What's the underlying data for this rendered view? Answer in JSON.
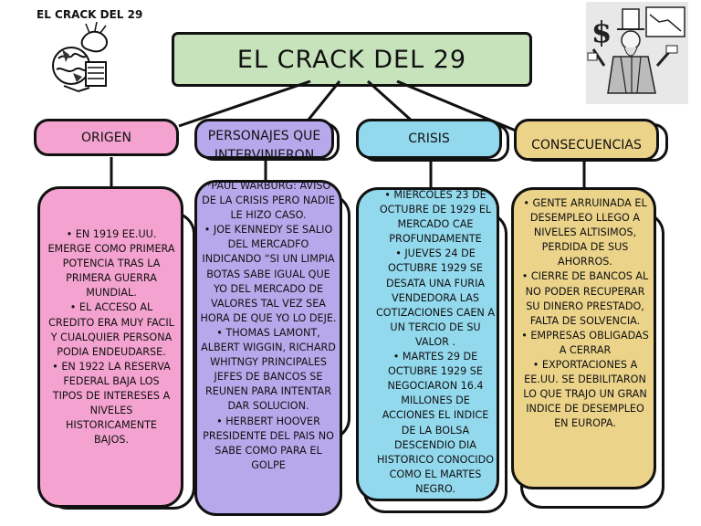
{
  "header": {
    "small_title": "EL CRACK DEL 29"
  },
  "images": {
    "globe": "globe-bag-illustration-icon",
    "uncle_sam": "uncle-sam-dollar-illustration-icon"
  },
  "title": "EL CRACK DEL 29",
  "colors": {
    "title": "#c6e3bc",
    "origen": "#f4a2cf",
    "personajes": "#b7a8eb",
    "crisis": "#93d9ee",
    "consecuencias": "#ebd38a"
  },
  "columns": [
    {
      "heading": "ORIGEN",
      "bullets": [
        "• EN 1919 EE.UU. EMERGE COMO PRIMERA POTENCIA TRAS LA PRIMERA GUERRA MUNDIAL.",
        "• EL ACCESO AL CREDITO ERA MUY FACIL Y CUALQUIER PERSONA PODIA ENDEUDARSE.",
        "• EN 1922 LA RESERVA FEDERAL BAJA LOS TIPOS DE INTERESES A NIVELES HISTORICAMENTE BAJOS."
      ]
    },
    {
      "heading": "PERSONAJES QUE INTERVINIERON",
      "bullets": [
        "*PAUL WARBURG: AVISO DE LA CRISIS PERO NADIE LE HIZO CASO.",
        "• JOE KENNEDY SE SALIO DEL MERCADFO INDICANDO “SI UN LIMPIA BOTAS SABE IGUAL QUE YO DEL MERCADO DE VALORES TAL VEZ SEA HORA DE QUE YO LO DEJE.",
        "• THOMAS LAMONT, ALBERT WIGGIN, RICHARD WHITNGY PRINCIPALES JEFES DE BANCOS SE REUNEN PARA INTENTAR DAR SOLUCION.",
        "• HERBERT HOOVER PRESIDENTE DEL PAIS NO SABE COMO PARA EL GOLPE"
      ]
    },
    {
      "heading": "CRISIS",
      "bullets": [
        "• MIERCOLES 23 DE OCTUBRE DE 1929 EL MERCADO CAE PROFUNDAMENTE",
        "• JUEVES 24 DE OCTUBRE 1929 SE DESATA UNA FURIA VENDEDORA LAS COTIZACIONES CAEN A UN TERCIO DE SU VALOR .",
        "• MARTES 29 DE OCTUBRE 1929 SE NEGOCIARON 16.4 MILLONES DE ACCIONES EL INDICE DE LA BOLSA DESCENDIO DIA HISTORICO CONOCIDO COMO EL MARTES NEGRO."
      ]
    },
    {
      "heading": "CONSECUENCIAS",
      "bullets": [
        "• GENTE ARRUINADA EL DESEMPLEO LLEGO A NIVELES ALTISIMOS, PERDIDA DE SUS AHORROS.",
        "• CIERRE DE BANCOS AL NO PODER RECUPERAR SU DINERO PRESTADO, FALTA DE SOLVENCIA.",
        "• EMPRESAS OBLIGADAS A CERRAR",
        "• EXPORTACIONES A EE.UU. SE DEBILITARON LO QUE TRAJO UN GRAN INDICE DE DESEMPLEO EN EUROPA."
      ]
    }
  ]
}
